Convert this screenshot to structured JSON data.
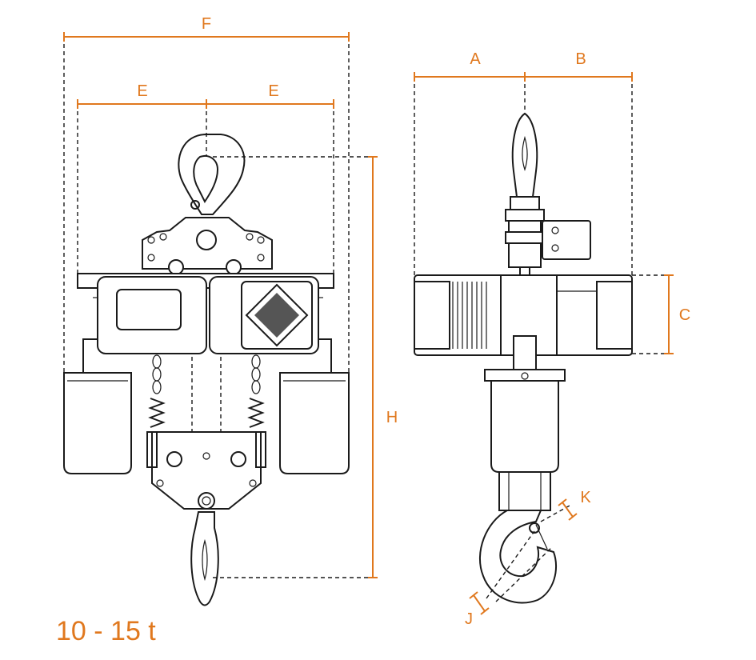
{
  "caption": "10 - 15 t",
  "labels": {
    "f": "F",
    "e_left": "E",
    "e_right": "E",
    "h": "H",
    "a": "A",
    "b": "B",
    "c": "C",
    "k": "K",
    "j": "J"
  },
  "colors": {
    "dimension": "#e0781e",
    "line": "#1a1a1a"
  }
}
